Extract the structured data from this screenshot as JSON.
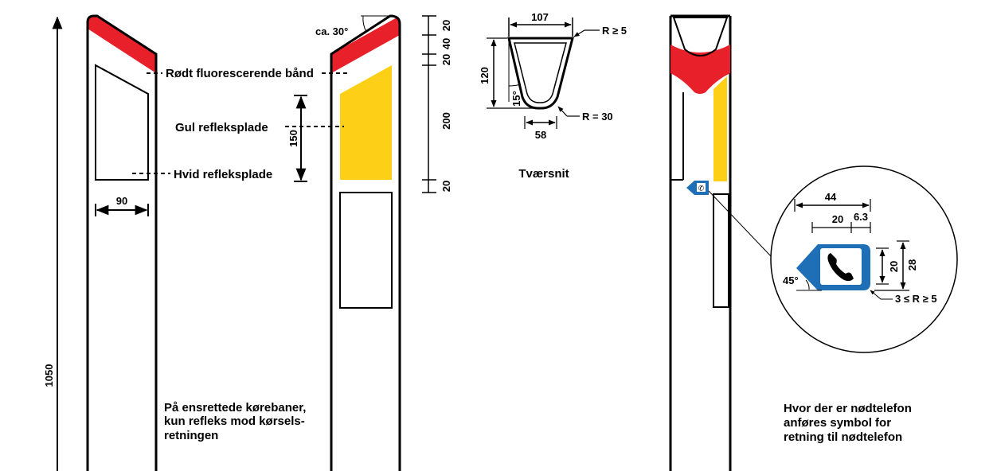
{
  "labels": {
    "red_band": "Rødt fluorescerende bånd",
    "yellow_plate": "Gul refleksplade",
    "white_plate": "Hvid refleksplade",
    "cross_section": "Tværsnit",
    "angle_top": "ca. 30°"
  },
  "dimensions": {
    "height_total": "1050",
    "width_plate": "90",
    "plate_150": "150",
    "right_20_top": "20",
    "right_20": "20",
    "right_40": "40",
    "right_200": "200",
    "right_20_bottom": "20",
    "cs_107": "107",
    "cs_r5": "R ≥ 5",
    "cs_120": "120",
    "cs_15": "15°",
    "cs_r30": "R = 30",
    "cs_58": "58",
    "sym_44": "44",
    "sym_20": "20",
    "sym_63": "6.3",
    "sym_20v": "20",
    "sym_28": "28",
    "sym_45": "45°",
    "sym_radius": "3 ≤ R ≥ 5"
  },
  "notes": {
    "one_way_lines": [
      "På ensrettede kørebaner,",
      "kun refleks mod kørsels-",
      "retningen"
    ],
    "phone_lines": [
      "Hvor der er nødtelefon",
      "anføres symbol for",
      "retning til nødtelefon"
    ]
  },
  "colors": {
    "red": "#e8202a",
    "yellow": "#fdd017",
    "blue": "#1e6fb5",
    "black": "#000000"
  },
  "icons": {
    "phone": "telephone-icon"
  }
}
